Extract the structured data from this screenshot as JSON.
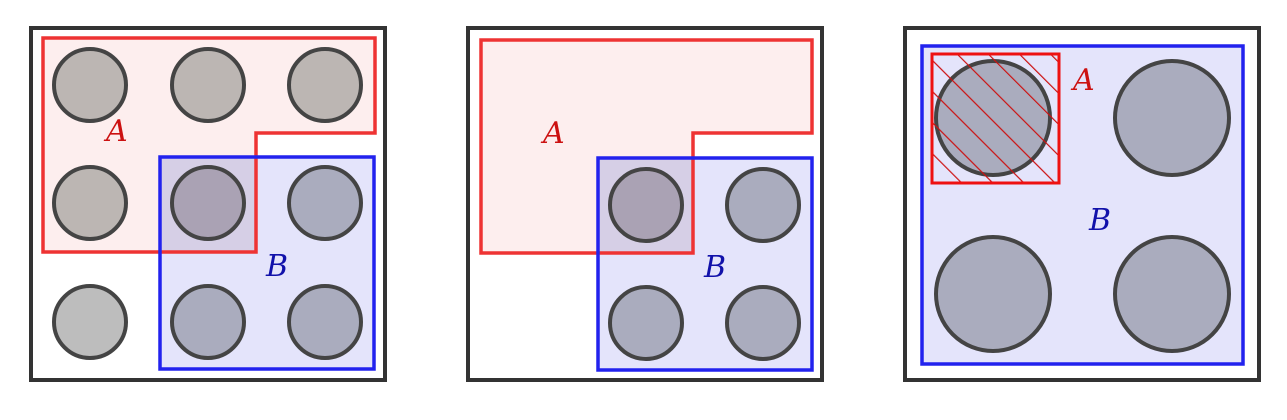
{
  "panels": [
    {
      "label_a": "A",
      "label_b": "B"
    },
    {
      "label_a": "A",
      "label_b": "B"
    },
    {
      "label_a": "A",
      "label_b": "B"
    }
  ],
  "colors": {
    "frame": "#333333",
    "set_a": "#ee3333",
    "set_a_fill": "#fdeeee",
    "set_b": "#2222ee",
    "set_b_fill": "#e4e4fb",
    "disk_fill": "#bdbdbd",
    "disk_stroke": "#444444",
    "label_a": "#cc1111",
    "label_b": "#1111aa"
  }
}
